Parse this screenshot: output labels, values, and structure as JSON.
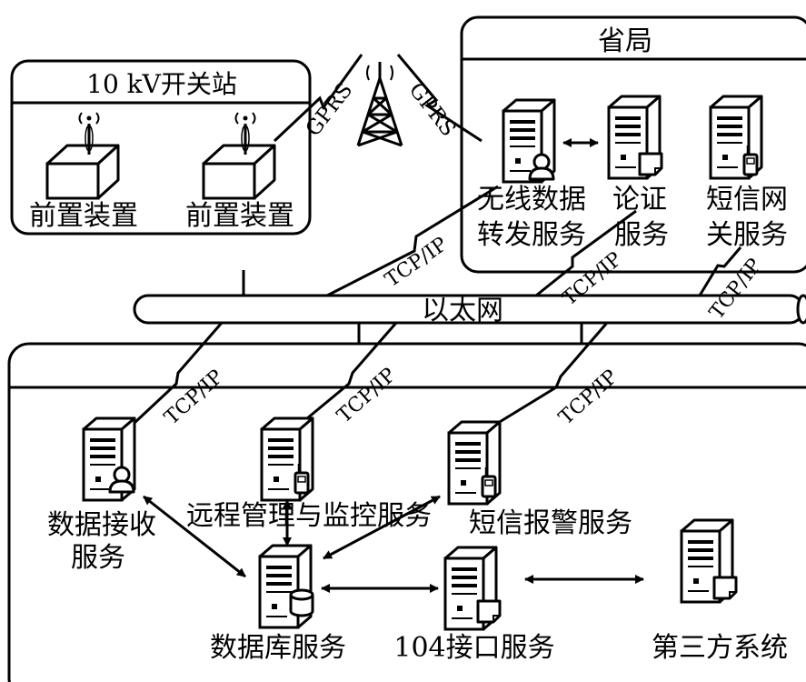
{
  "boxes": {
    "substation_title": "10 kV开关站",
    "province_title": "省局"
  },
  "substation": {
    "device_left": "前置装置",
    "device_right": "前置装置"
  },
  "province": {
    "wireless_line1": "无线数据",
    "wireless_line2": "转发服务",
    "auth_line1": "论证",
    "auth_line2": "服务",
    "sms_gw_line1": "短信网",
    "sms_gw_line2": "关服务"
  },
  "links": {
    "gprs_left": "GPRS",
    "gprs_right": "GPRS",
    "tcp": "TCP/IP"
  },
  "network": {
    "ethernet": "以太网"
  },
  "center": {
    "data_receive_line1": "数据接收",
    "data_receive_line2": "服务",
    "remote_mgmt": "远程管理与监控服务",
    "sms_alarm": "短信报警服务",
    "database": "数据库服务",
    "iface104": "104接口服务",
    "third_party": "第三方系统"
  },
  "icons": {
    "tower": "antenna-tower-icon",
    "front_device": "front-end-device-icon",
    "server": "server-icon",
    "server_user": "user-badge-icon",
    "server_phone": "phone-badge-icon",
    "server_doc": "document-badge-icon",
    "server_db": "database-cylinder-icon"
  }
}
